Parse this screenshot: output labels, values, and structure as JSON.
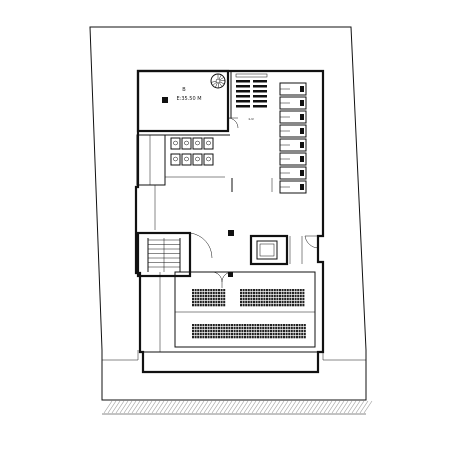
{
  "plan": {
    "room_label_b": "B",
    "room_label_level": "E:35.50 M",
    "door_tag": "ש.ב",
    "colors": {
      "line": "#111111",
      "hatch": "#9a9a9a",
      "background": "#ffffff"
    }
  }
}
